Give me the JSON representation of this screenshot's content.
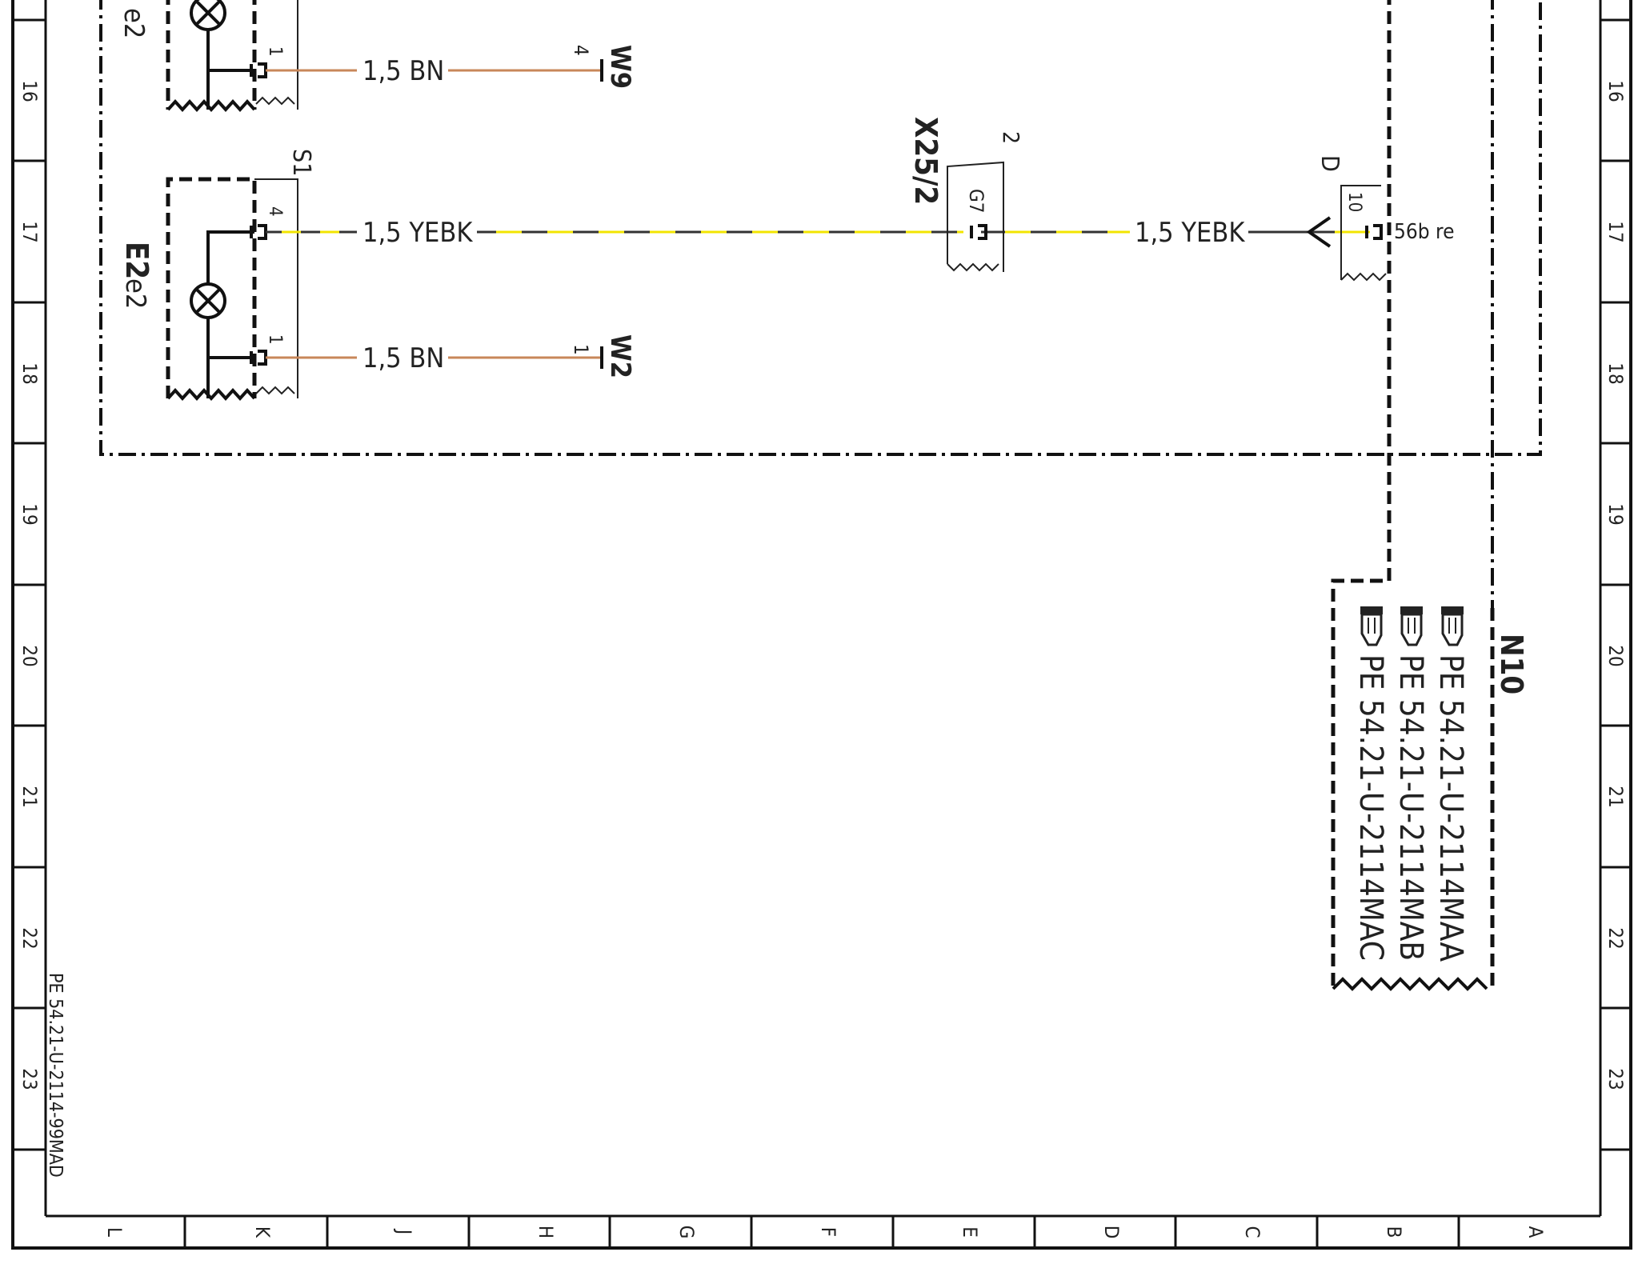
{
  "colors": {
    "frame": "#111111",
    "wire_bn": "#c8875a",
    "wire_ye": "#f2e500",
    "wire_bk": "#333333"
  },
  "frame": {
    "row_labels": [
      "16",
      "17",
      "18",
      "19",
      "20",
      "21",
      "22",
      "23"
    ],
    "column_labels": [
      "L",
      "K",
      "J",
      "H",
      "G",
      "F",
      "E",
      "D",
      "C",
      "B",
      "A"
    ],
    "drawing_ref": "PE 54.21-U-2114-99MAD"
  },
  "components": {
    "upper_lamp": {
      "label": "e2",
      "pin": "1",
      "icon": "lamp-icon"
    },
    "lamp_e2": {
      "label_bold": "E2",
      "label": "e2",
      "icon": "lamp-icon"
    },
    "switch_s1": {
      "label": "S1",
      "pin_top": "4",
      "pin_bottom": "1"
    },
    "connector_x25_2": {
      "label": "X25/2",
      "pin": "2",
      "cavity": "G7"
    },
    "connector_w9": {
      "label": "W9",
      "pin": "4"
    },
    "connector_w2": {
      "label": "W2",
      "pin": "1"
    },
    "module_connector_d": {
      "label": "D",
      "pin": "10",
      "signal": "56b re"
    },
    "module_n10": {
      "label": "N10",
      "refs": [
        "PE 54.21-U-2114MAA",
        "PE 54.21-U-2114MAB",
        "PE 54.21-U-2114MAC"
      ],
      "icon": "hand-pointer-icon"
    }
  },
  "wires": {
    "w9": "1,5 BN",
    "yebk_left": "1,5 YEBK",
    "yebk_right": "1,5 YEBK",
    "w2": "1,5 BN"
  }
}
